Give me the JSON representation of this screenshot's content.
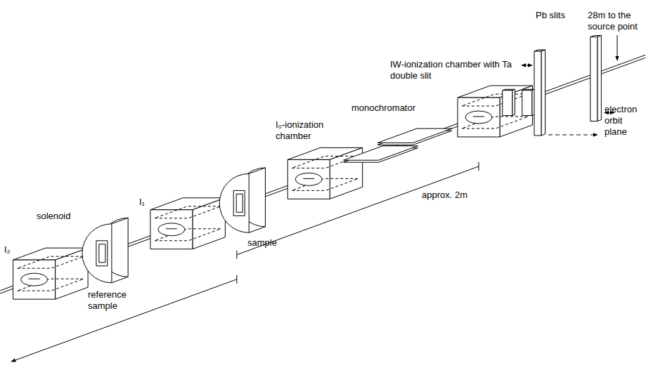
{
  "diagram": {
    "labels": [
      "Pb slits",
      "IW-ionization chamber with Ta double slit",
      "28m to the source point",
      "electron orbit plane",
      "monochromator",
      "approx. 2m",
      "I₀-ionization chamber",
      "sample",
      "I₁",
      "solenoid",
      "reference sample",
      "I₂"
    ]
  }
}
